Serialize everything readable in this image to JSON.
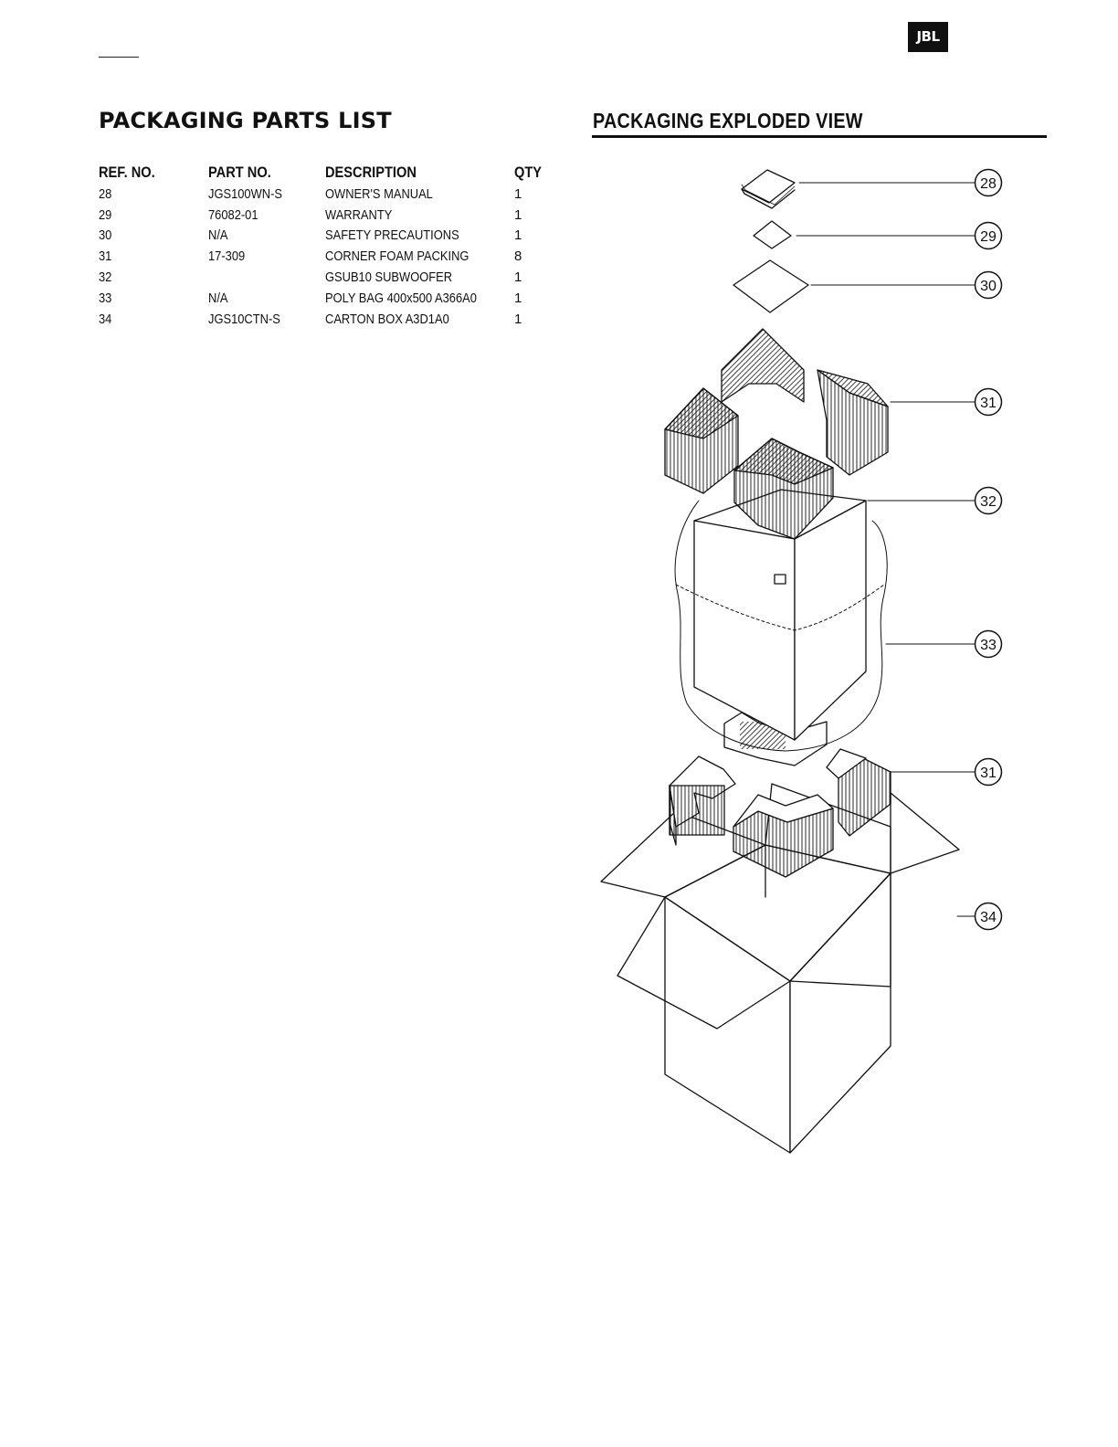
{
  "logo": {
    "text": "JBL"
  },
  "parts_list": {
    "title": "PACKAGING PARTS LIST",
    "headers": {
      "ref": "REF. NO.",
      "part": "PART NO.",
      "desc": "DESCRIPTION",
      "qty": "QTY"
    },
    "rows": [
      {
        "ref": "28",
        "part": "JGS100WN-S",
        "desc": "OWNER'S MANUAL",
        "qty": "1"
      },
      {
        "ref": "29",
        "part": "76082-01",
        "desc": "WARRANTY",
        "qty": "1"
      },
      {
        "ref": "30",
        "part": "N/A",
        "desc": "SAFETY PRECAUTIONS",
        "qty": "1"
      },
      {
        "ref": "31",
        "part": "17-309",
        "desc": "CORNER FOAM PACKING",
        "qty": "8"
      },
      {
        "ref": "32",
        "part": "",
        "desc": "GSUB10 SUBWOOFER",
        "qty": "1"
      },
      {
        "ref": "33",
        "part": "N/A",
        "desc": "POLY BAG 400x500 A366A0",
        "qty": "1"
      },
      {
        "ref": "34",
        "part": "JGS10CTN-S",
        "desc": "CARTON BOX A3D1A0",
        "qty": "1"
      }
    ]
  },
  "exploded_view": {
    "title": "PACKAGING EXPLODED VIEW",
    "callouts": [
      "28",
      "29",
      "30",
      "31",
      "32",
      "33",
      "31",
      "34"
    ]
  }
}
